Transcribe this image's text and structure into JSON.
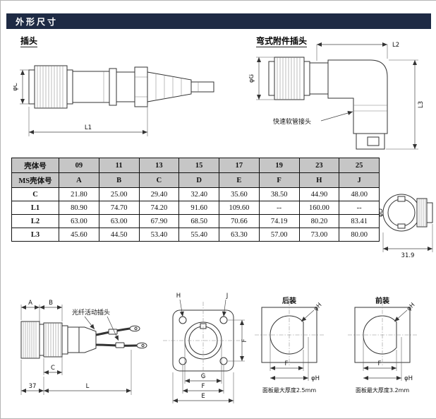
{
  "page": {
    "title": "外形尺寸"
  },
  "sections": {
    "plug": "插头",
    "bent_plug": "弯式附件插头"
  },
  "drawings": {
    "plug": {
      "dia": "φC",
      "length": "L1"
    },
    "bent": {
      "length_top": "L2",
      "length_side": "L3",
      "dia": "φG",
      "hose_label": "快速软管接头"
    },
    "side": {
      "dia": "φD",
      "width": "31.9"
    },
    "fiber": {
      "label": "光纤活动插头",
      "dim_a": "A",
      "dim_b": "B",
      "dim_c": "C",
      "dim_37": "37",
      "dim_l": "L"
    },
    "flange": {
      "dim_h": "H",
      "dim_j": "J",
      "dim_f_side": "F",
      "dim_g": "G",
      "dim_f": "F",
      "dim_e": "E"
    },
    "panel": {
      "rear_title": "后装",
      "front_title": "前装",
      "callout": "φH",
      "dim_f": "F",
      "dim_h": "φH",
      "rear_note": "面板最大厚度2.5mm",
      "front_note": "面板最大厚度3.2mm"
    }
  },
  "table": {
    "h1": [
      "壳体号",
      "09",
      "11",
      "13",
      "15",
      "17",
      "19",
      "23",
      "25"
    ],
    "h2": [
      "MS壳体号",
      "A",
      "B",
      "C",
      "D",
      "E",
      "F",
      "H",
      "J"
    ],
    "rows": [
      {
        "label": "C",
        "values": [
          "21.80",
          "25.00",
          "29.40",
          "32.40",
          "35.60",
          "38.50",
          "44.90",
          "48.00"
        ]
      },
      {
        "label": "L1",
        "values": [
          "80.90",
          "74.70",
          "74.20",
          "91.60",
          "109.60",
          "--",
          "160.00",
          "--"
        ]
      },
      {
        "label": "L2",
        "values": [
          "63.00",
          "63.00",
          "67.90",
          "68.50",
          "70.66",
          "74.19",
          "80.20",
          "83.41"
        ]
      },
      {
        "label": "L3",
        "values": [
          "45.60",
          "44.50",
          "53.40",
          "55.40",
          "63.30",
          "57.00",
          "73.00",
          "80.00"
        ]
      }
    ]
  }
}
